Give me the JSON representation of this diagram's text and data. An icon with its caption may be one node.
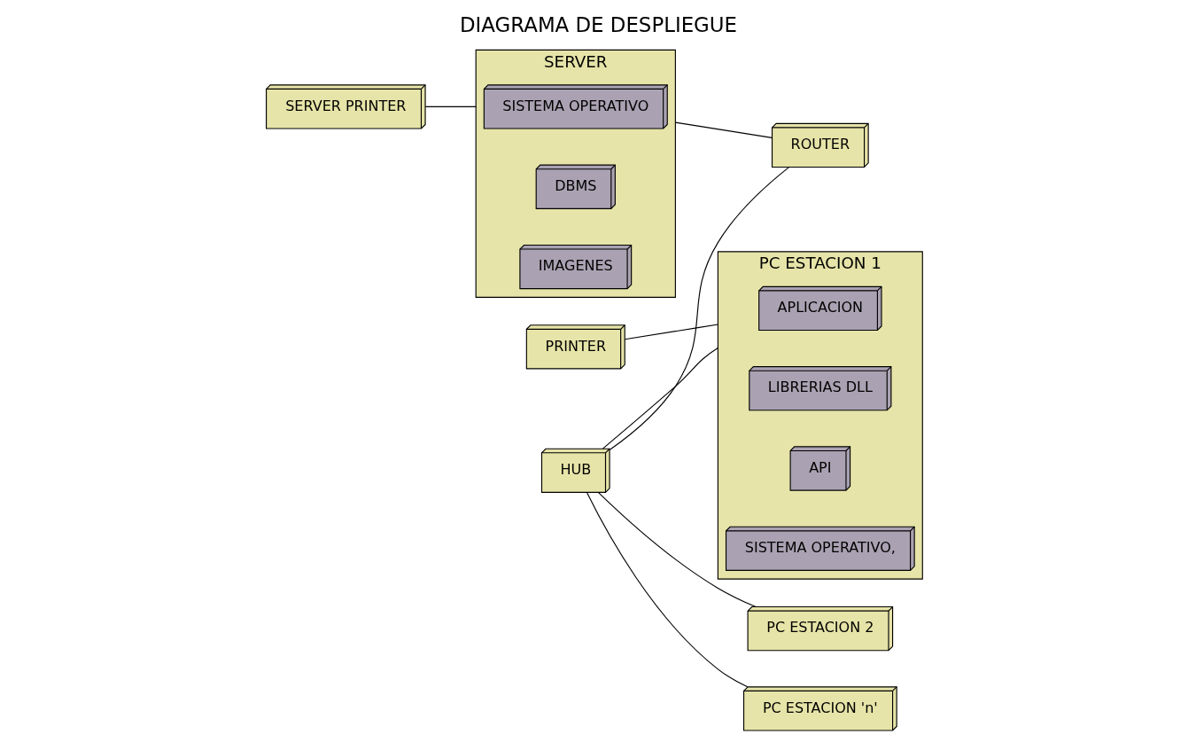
{
  "diagram": {
    "title": "DIAGRAMA DE DESPLIEGUE",
    "nodes": [
      {
        "text": [
          "SERVER PRINTER"
        ]
      },
      {
        "text": [
          "SERVER"
        ]
      },
      {
        "text": [
          "SISTEMA OPERATIVO"
        ],
        "in": 1
      },
      {
        "text": [
          "DBMS"
        ],
        "in": 1
      },
      {
        "text": [
          "IMAGENES"
        ],
        "in": 1
      },
      {
        "text": [
          "PRINTER"
        ]
      },
      {
        "text": [
          "PC ESTACION 1"
        ]
      },
      {
        "text": [
          "APLICACION"
        ],
        "in": 6
      },
      {
        "text": [
          "LIBRERIAS DLL"
        ],
        "in": 6
      },
      {
        "text": [
          "API"
        ],
        "in": 6
      },
      {
        "text": [
          "SISTEMA OPERATIVO,"
        ],
        "in": 6
      },
      {
        "text": [
          "HUB"
        ]
      },
      {
        "text": [
          "ROUTER"
        ]
      },
      {
        "text": [
          "PC ESTACION 2"
        ]
      },
      {
        "text": [
          "PC ESTACION 'n'"
        ]
      }
    ],
    "edges": [
      {
        "from": 0,
        "to": 1,
        "arrow": "none"
      },
      {
        "from": 5,
        "to": 6,
        "arrow": "none"
      },
      {
        "from": 11,
        "to": 6,
        "arrow": "none"
      },
      {
        "from": 11,
        "to": 13,
        "arrow": "none"
      },
      {
        "from": 11,
        "to": 12,
        "arrow": "none"
      },
      {
        "from": 11,
        "to": 14,
        "arrow": "none"
      },
      {
        "from": 1,
        "to": 12,
        "arrow": "none"
      }
    ]
  }
}
